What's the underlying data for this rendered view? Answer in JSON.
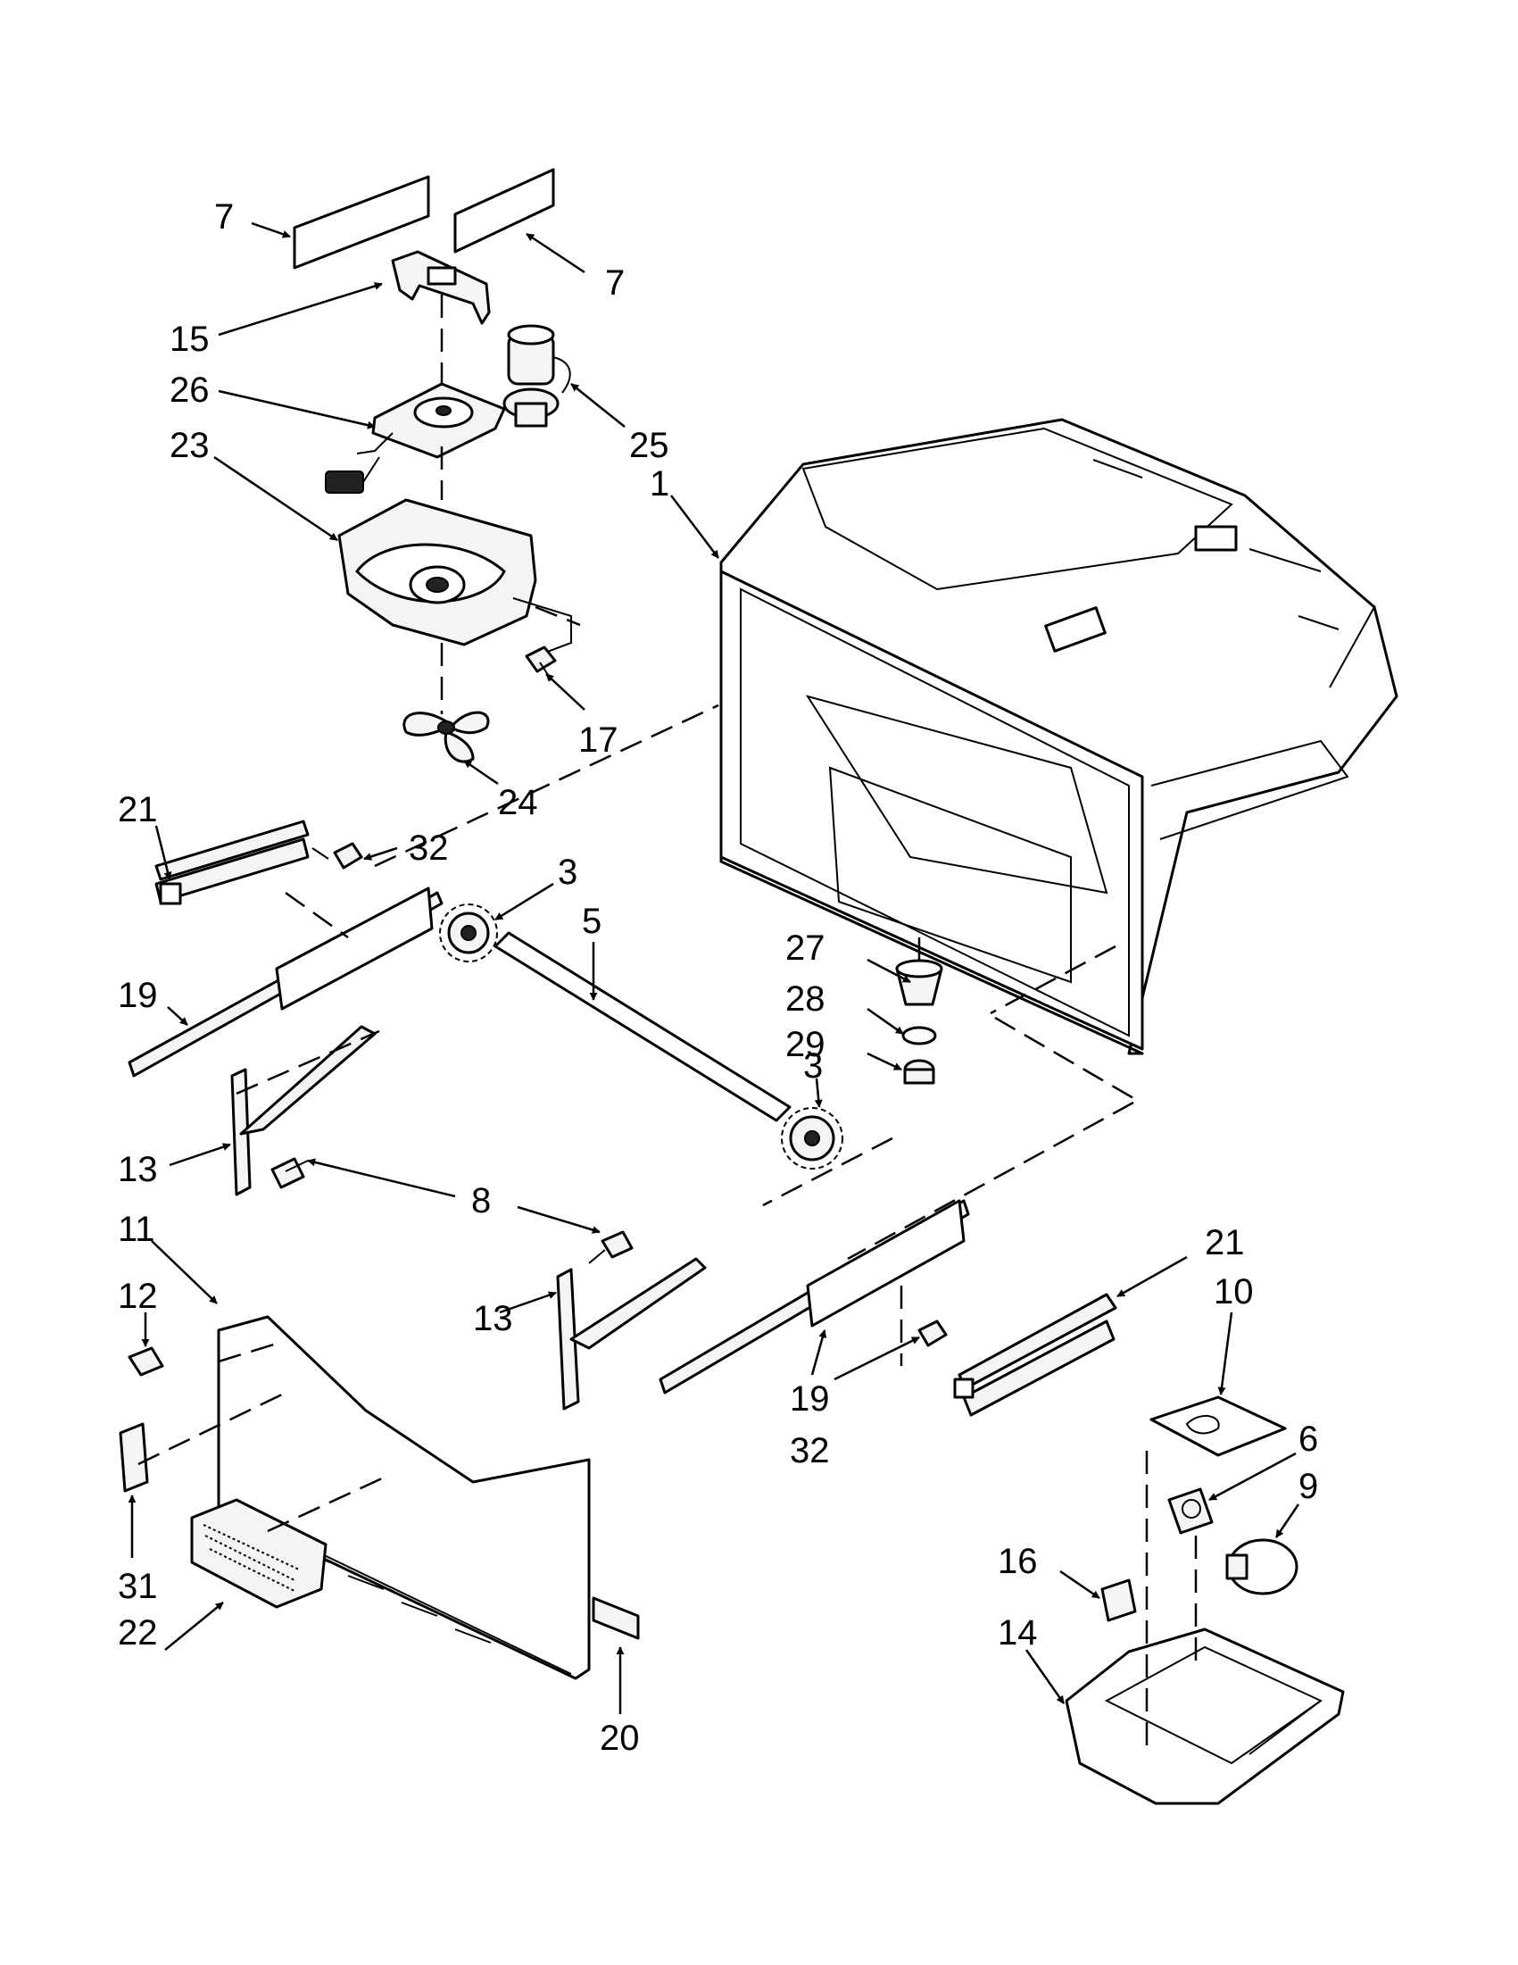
{
  "callouts": {
    "c1": "1",
    "c3a": "3",
    "c3b": "3",
    "c5": "5",
    "c6": "6",
    "c7a": "7",
    "c7b": "7",
    "c8": "8",
    "c9": "9",
    "c10": "10",
    "c11": "11",
    "c12": "12",
    "c13a": "13",
    "c13b": "13",
    "c14": "14",
    "c15": "15",
    "c16": "16",
    "c17": "17",
    "c19a": "19",
    "c19b": "19",
    "c20": "20",
    "c21a": "21",
    "c21b": "21",
    "c22": "22",
    "c23": "23",
    "c24": "24",
    "c25": "25",
    "c26": "26",
    "c27": "27",
    "c28": "28",
    "c29": "29",
    "c31": "31",
    "c32a": "32",
    "c32b": "32"
  }
}
